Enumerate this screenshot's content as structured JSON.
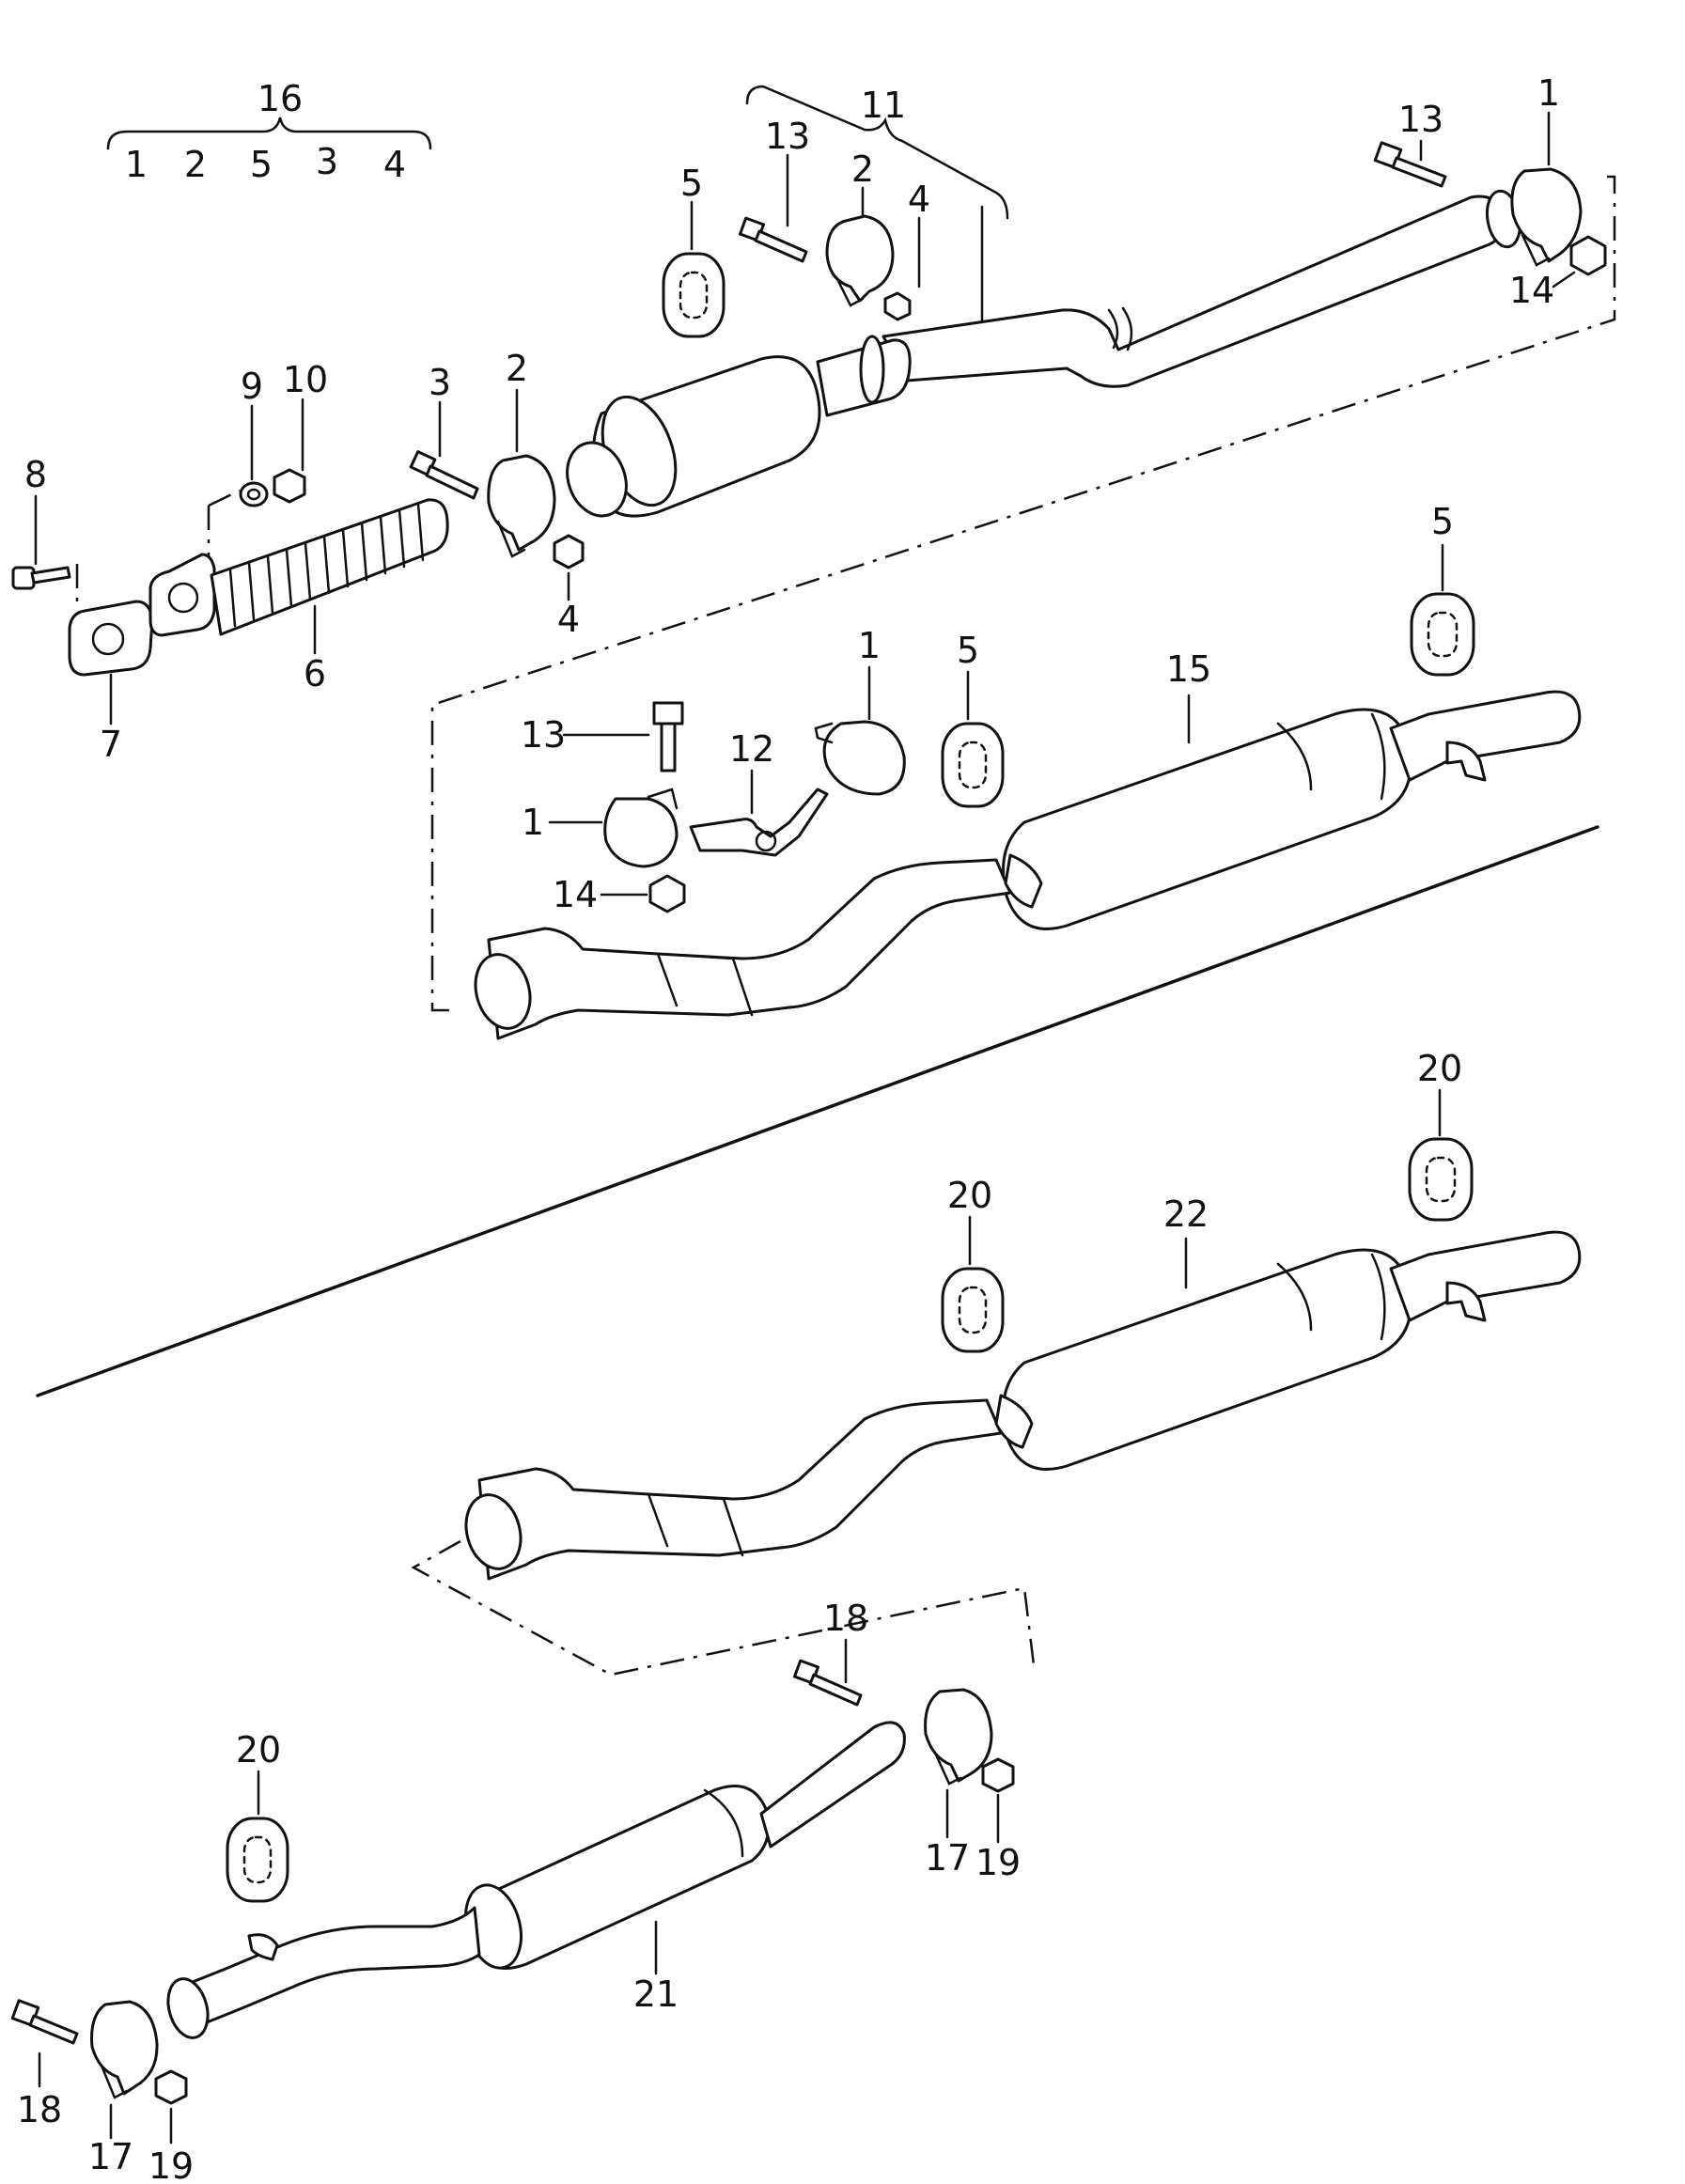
{
  "callouts": {
    "group_16": "16",
    "group_16_items": [
      "1",
      "2",
      "5",
      "3",
      "4"
    ],
    "group_11": "11",
    "p1_top_right": "1",
    "p13_top_right": "13",
    "p14_top_right": "14",
    "p13_top_mid": "13",
    "p2_top_mid": "2",
    "p4_top_mid": "4",
    "p5_top_mid": "5",
    "p9": "9",
    "p10": "10",
    "p3": "3",
    "p2_left": "2",
    "p8": "8",
    "p4_left": "4",
    "p6": "6",
    "p7": "7",
    "p5_mid_right": "5",
    "p1_mid": "1",
    "p5_mid": "5",
    "p15": "15",
    "p13_mid": "13",
    "p12": "12",
    "p1_mid_left": "1",
    "p14_mid": "14",
    "p20_right": "20",
    "p20_center": "20",
    "p22": "22",
    "p18_center": "18",
    "p17_center": "17",
    "p19_center": "19",
    "p20_left": "20",
    "p21": "21",
    "p18_left": "18",
    "p17_left": "17",
    "p19_left": "19"
  }
}
